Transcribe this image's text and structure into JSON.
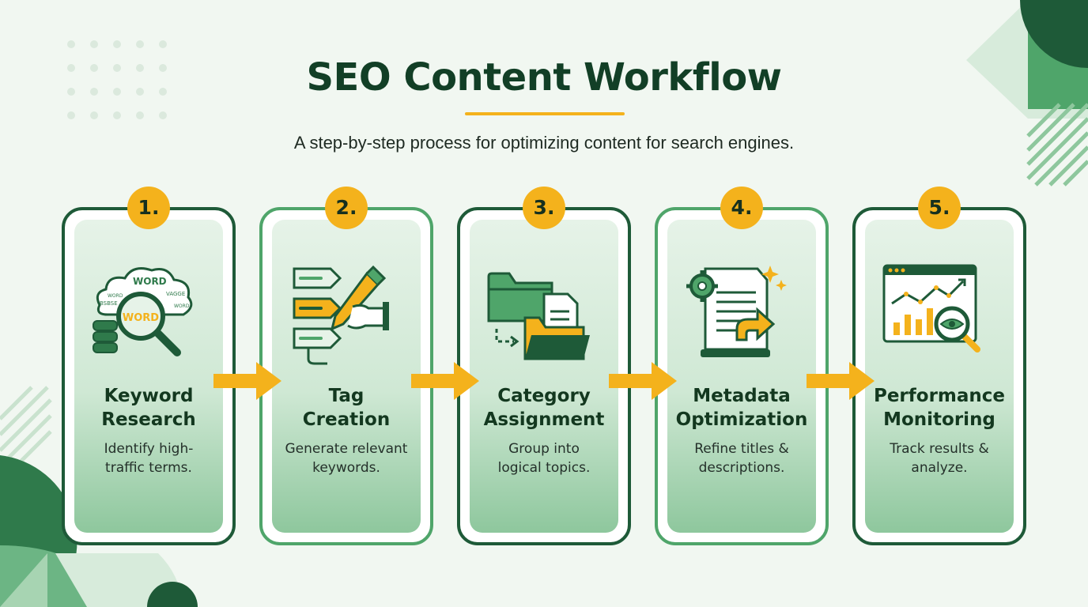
{
  "title": "SEO Content Workflow",
  "subtitle": "A step-by-step process for optimizing content for search engines.",
  "colors": {
    "dark_green": "#1e5a38",
    "mid_green": "#4fa56a",
    "light_green": "#cfe8d4",
    "accent_yellow": "#f4b21c",
    "background": "#f1f7f1"
  },
  "steps": [
    {
      "number": "1.",
      "title": "Keyword\nResearch",
      "description": "Identify high-\ntraffic terms.",
      "icon": "keyword-research-icon",
      "icon_text": {
        "word1": "WORD",
        "word2": "WORD",
        "word3": "BSBSE",
        "word4": "VAGGE",
        "word5": "WORD",
        "word6": "WORD"
      }
    },
    {
      "number": "2.",
      "title": "Tag\nCreation",
      "description": "Generate relevant\nkeywords.",
      "icon": "tag-creation-icon"
    },
    {
      "number": "3.",
      "title": "Category\nAssignment",
      "description": "Group into\nlogical topics.",
      "icon": "category-folder-icon"
    },
    {
      "number": "4.",
      "title": "Metadata\nOptimization",
      "description": "Refine titles &\ndescriptions.",
      "icon": "metadata-document-icon"
    },
    {
      "number": "5.",
      "title": "Performance\nMonitoring",
      "description": "Track results &\nanalyze.",
      "icon": "performance-chart-icon"
    }
  ]
}
